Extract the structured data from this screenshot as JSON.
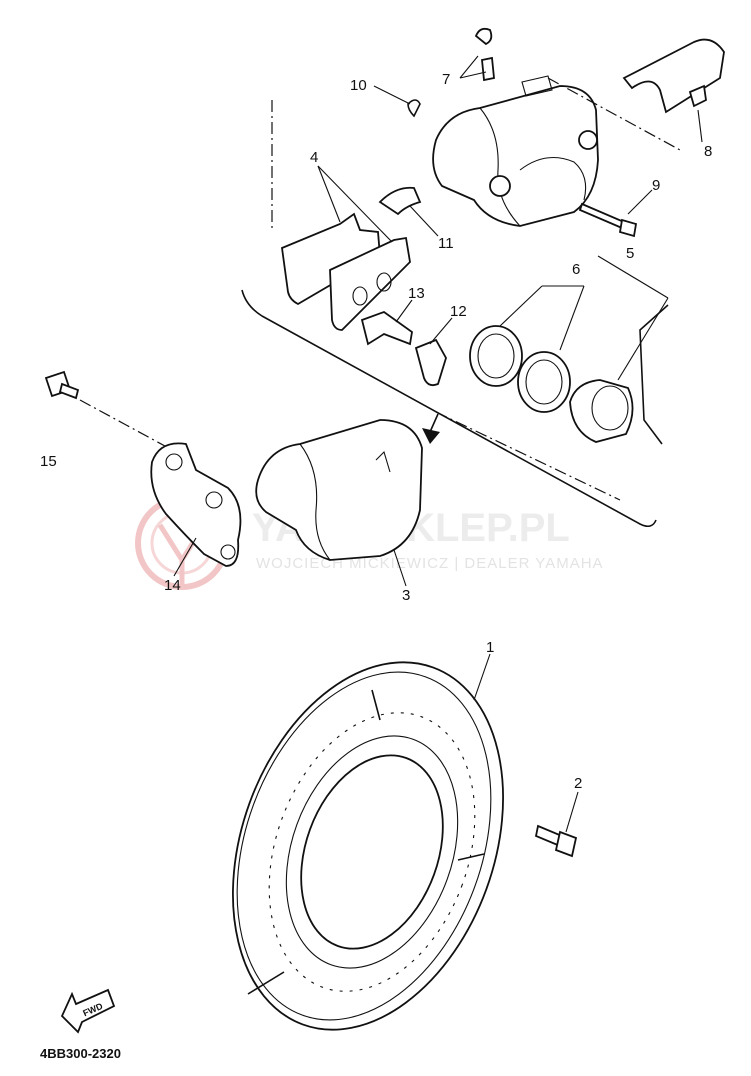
{
  "watermark": {
    "brand": "YAMA-SKLEP.PL",
    "subtitle": "WOJCIECH MICKIEWICZ | DEALER YAMAHA",
    "logo_icon": "yamaha-tuning-fork-logo",
    "color": "#f2c6c6"
  },
  "diagram_code": "4BB300-2320",
  "fwd_arrow_label": "FWD",
  "callouts": [
    {
      "id": "c1",
      "label": "1"
    },
    {
      "id": "c2",
      "label": "2"
    },
    {
      "id": "c3",
      "label": "3"
    },
    {
      "id": "c4",
      "label": "4"
    },
    {
      "id": "c5",
      "label": "5"
    },
    {
      "id": "c6",
      "label": "6"
    },
    {
      "id": "c7",
      "label": "7"
    },
    {
      "id": "c8",
      "label": "8"
    },
    {
      "id": "c9",
      "label": "9"
    },
    {
      "id": "c10",
      "label": "10"
    },
    {
      "id": "c11",
      "label": "11"
    },
    {
      "id": "c12",
      "label": "12"
    },
    {
      "id": "c13",
      "label": "13"
    },
    {
      "id": "c14",
      "label": "14"
    },
    {
      "id": "c15",
      "label": "15"
    }
  ]
}
